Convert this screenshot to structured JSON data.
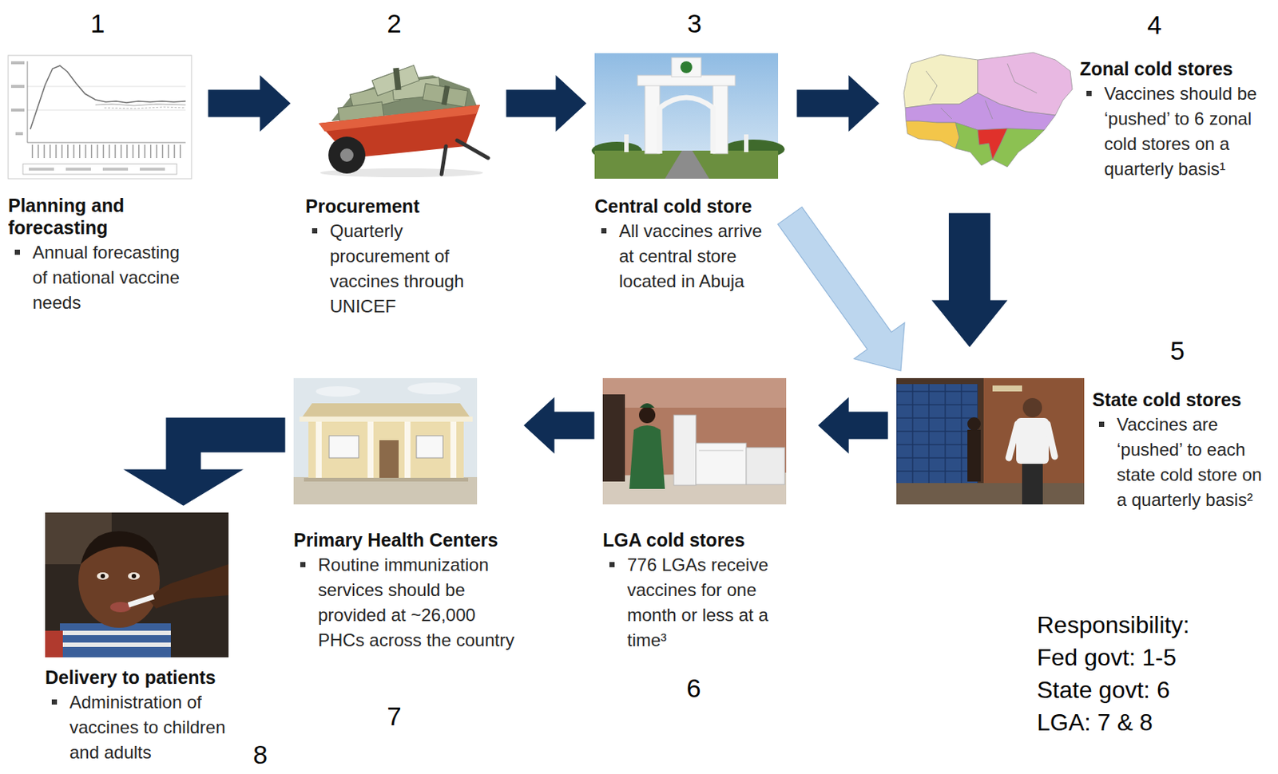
{
  "diagram": {
    "nodes": [
      {
        "text": [
          "Planning and forecasting",
          "Annual forecasting of national vaccine needs"
        ]
      },
      {
        "text": [
          "Procurement",
          "Quarterly procurement of vaccines through UNICEF"
        ]
      },
      {
        "text": [
          "Central cold store",
          "All vaccines arrive at central store located in Abuja"
        ]
      },
      {
        "text": [
          "Zonal cold stores",
          "Vaccines should be ‘pushed’ to 6 zonal cold stores on a quarterly basis¹"
        ]
      },
      {
        "text": [
          "State cold stores",
          "Vaccines are ‘pushed’ to each state cold store on a quarterly basis²"
        ]
      },
      {
        "text": [
          "LGA cold stores",
          "776 LGAs receive vaccines for one month or less at a time³"
        ]
      },
      {
        "text": [
          "Primary Health Centers",
          "Routine immunization services should be provided at ~26,000 PHCs across the country"
        ]
      },
      {
        "text": [
          "Delivery to patients",
          "Administration of vaccines to children and adults"
        ]
      }
    ],
    "edges": [
      {
        "from": 0,
        "to": 1,
        "arrow": "to"
      },
      {
        "from": 1,
        "to": 2,
        "arrow": "to"
      },
      {
        "from": 2,
        "to": 3,
        "arrow": "to"
      },
      {
        "from": 2,
        "to": 4,
        "arrow": "to"
      },
      {
        "from": 3,
        "to": 4,
        "arrow": "to"
      },
      {
        "from": 4,
        "to": 5,
        "arrow": "to"
      },
      {
        "from": 5,
        "to": 6,
        "arrow": "to"
      },
      {
        "from": 6,
        "to": 7,
        "arrow": "to"
      }
    ],
    "labels": [
      "1",
      "2",
      "3",
      "4",
      "5",
      "6",
      "7",
      "8",
      "Responsibility:",
      "Fed govt: 1-5",
      "State govt: 6",
      "LGA: 7 & 8"
    ]
  }
}
